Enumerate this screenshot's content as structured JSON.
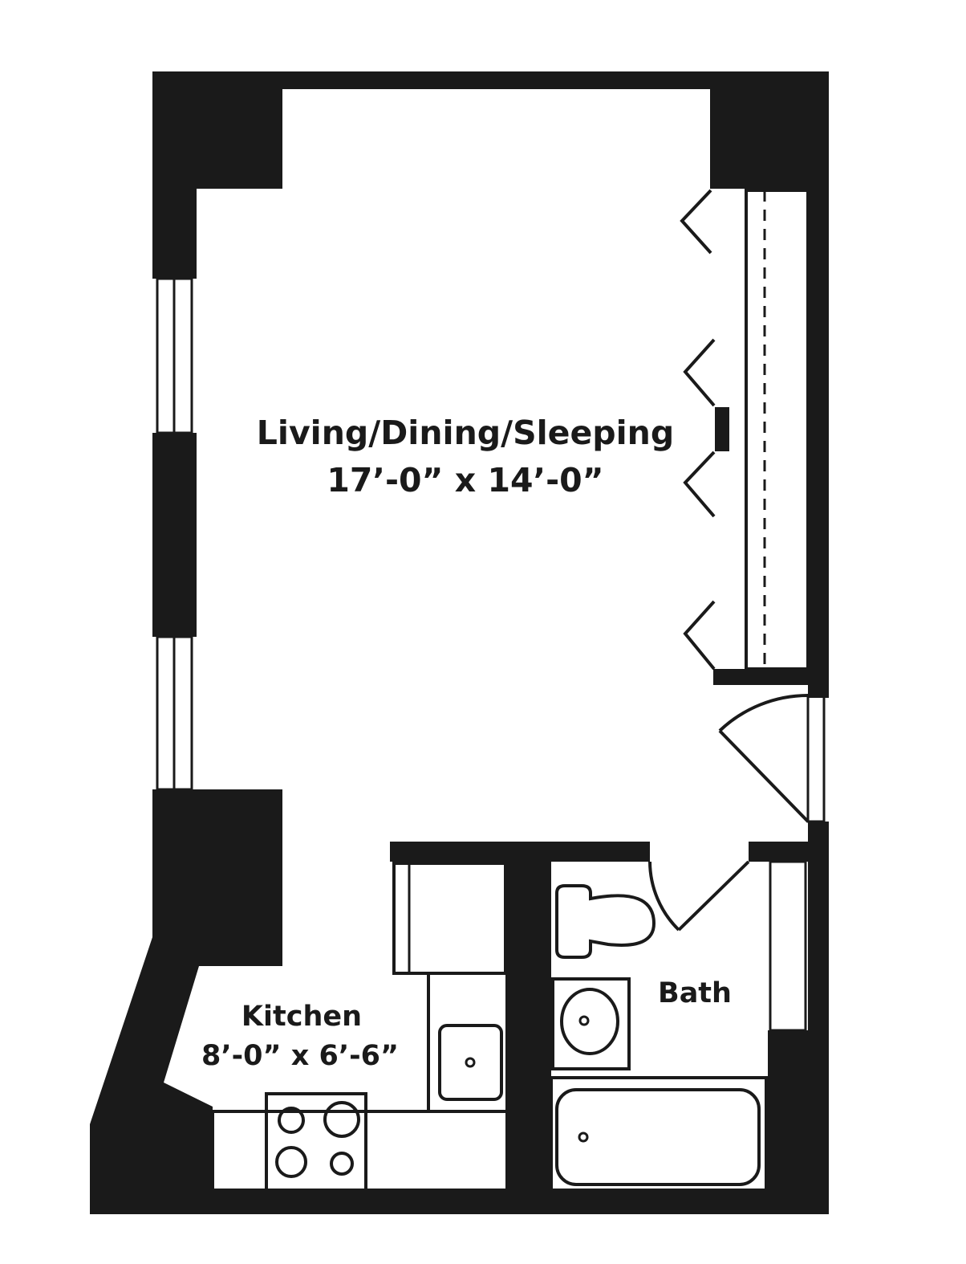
{
  "rooms": {
    "living": {
      "name": "Living/Dining/Sleeping",
      "size": "17’-0” x 14’-0”"
    },
    "kitchen": {
      "name": "Kitchen",
      "size": "8’-0” x 6’-6”"
    },
    "bath": {
      "name": "Bath"
    }
  },
  "colors": {
    "wall": "#1a1a1a",
    "background": "#ffffff"
  }
}
